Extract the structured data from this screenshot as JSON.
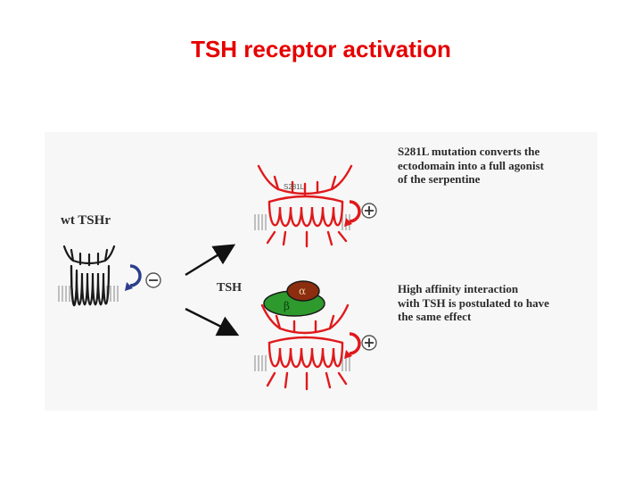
{
  "title": "TSH receptor activation",
  "colors": {
    "title": "#e60000",
    "active_receptor": "#e0191b",
    "inactive_receptor": "#1a1a1a",
    "inhibit_arrow": "#2c3e8c",
    "alpha_subunit": "#8b2d0e",
    "beta_subunit": "#2e9a2e",
    "membrane": "#9a9a9a",
    "figure_bg": "#f7f7f7"
  },
  "figure": {
    "wt_label": "wt TSHr",
    "tsh_label": "TSH",
    "mutation_tag": "S281L",
    "wt_effect": "minus",
    "active_effect": "plus",
    "alpha_symbol": "α",
    "beta_symbol": "β",
    "top_description": [
      "S281L mutation converts the",
      "ectodomain into a full agonist",
      "of the serpentine"
    ],
    "bottom_description": [
      "High affinity  interaction",
      "with TSH is postulated to have",
      "the same effect"
    ]
  }
}
